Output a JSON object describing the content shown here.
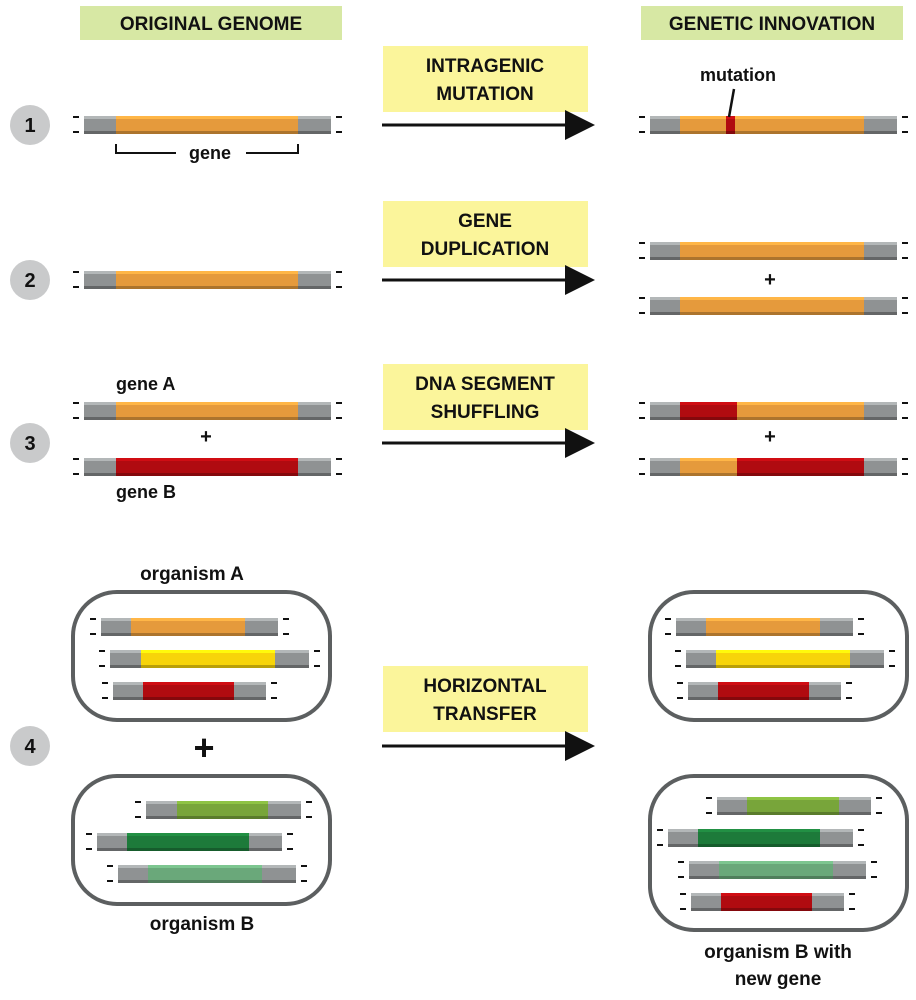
{
  "headers": {
    "original": "ORIGINAL GENOME",
    "innovation": "GENETIC INNOVATION"
  },
  "steps": [
    {
      "number": "1",
      "process_line1": "INTRAGENIC",
      "process_line2": "MUTATION"
    },
    {
      "number": "2",
      "process_line1": "GENE",
      "process_line2": "DUPLICATION"
    },
    {
      "number": "3",
      "process_line1": "DNA SEGMENT",
      "process_line2": "SHUFFLING"
    },
    {
      "number": "4",
      "process_line1": "HORIZONTAL",
      "process_line2": "TRANSFER"
    }
  ],
  "labels": {
    "gene": "gene",
    "mutation": "mutation",
    "gene_a": "gene A",
    "gene_b": "gene B",
    "plus_small": "+",
    "plus_large": "+",
    "organism_a": "organism A",
    "organism_b": "organism B",
    "organism_b_new_line1": "organism B with",
    "organism_b_new_line2": "new gene"
  },
  "colors": {
    "header_bg": "#d7e8a4",
    "process_bg": "#fbf59b",
    "dna_gray": "#8f9293",
    "gene_orange": "#e59a3c",
    "gene_red": "#b00b10",
    "gene_yellow": "#f7d40a",
    "gene_olive": "#78a53a",
    "gene_darkgreen": "#1d7a3a",
    "gene_lightgreen": "#6aa87a",
    "number_circle": "#c9cacb"
  }
}
